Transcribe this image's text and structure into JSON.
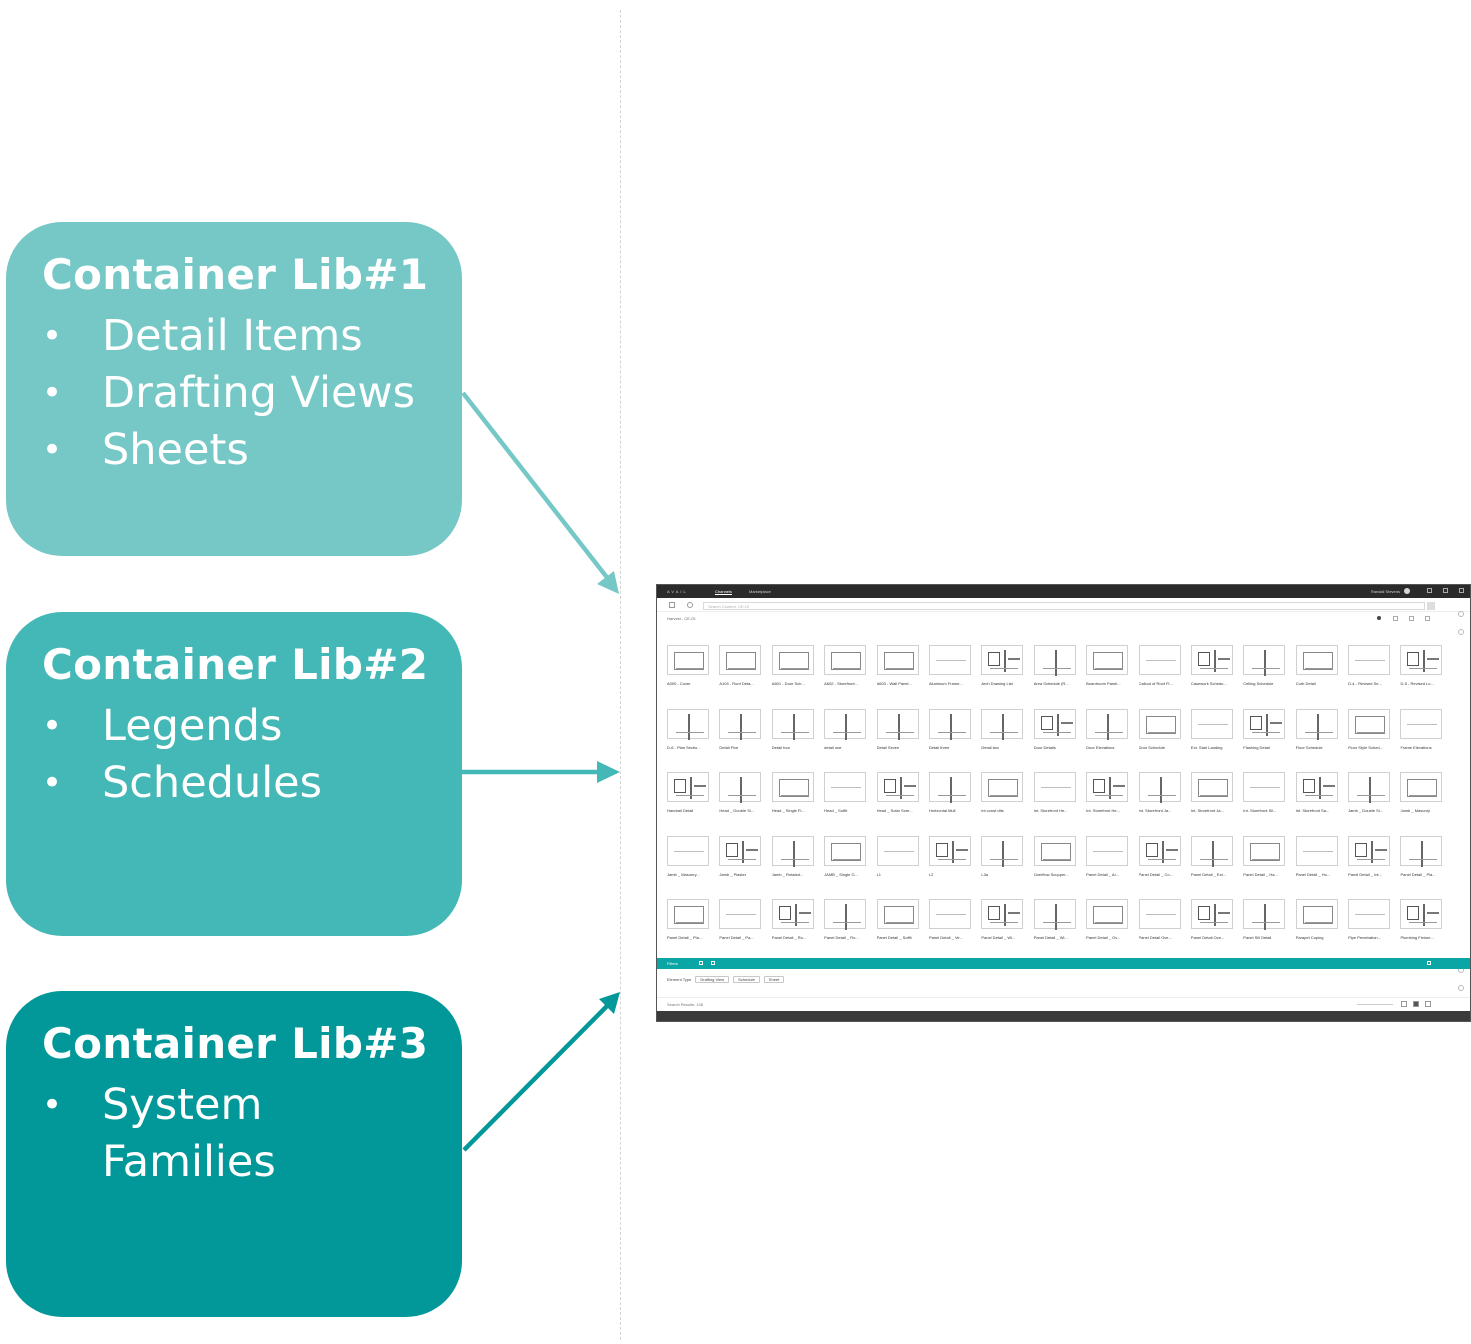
{
  "libraries": [
    {
      "title": "Container Lib#1",
      "color": "#75c8c6",
      "items": [
        "Detail Items",
        "Drafting Views",
        "Sheets"
      ]
    },
    {
      "title": "Container Lib#2",
      "color": "#44b8b6",
      "items": [
        "Legends",
        "Schedules"
      ]
    },
    {
      "title": "Container Lib#3",
      "color": "#029798",
      "items": [
        "System",
        "Families"
      ]
    }
  ],
  "bullet": "•",
  "app": {
    "brand": "AVAIL",
    "tabs": [
      "Channels",
      "Marketplace"
    ],
    "user": "Randall Stevens",
    "search_placeholder": "Search Content, CE-OI",
    "channel_filter": "Harvest - CE-OI",
    "content_bar_label": "Filters",
    "filter_label": "Element Type",
    "filter_chips": [
      "Drafting View",
      "Schedule",
      "Sheet"
    ],
    "result_count": "Search Results: 108",
    "items": [
      "A000 - Cover",
      "A104 - Roof Deta...",
      "A601 - Door Sch...",
      "A602 - Storefront...",
      "A603 - Wall Panel...",
      "Aluminum Frame...",
      "Arch Drawing List",
      "Area Schedule (R...",
      "Boardroom Panel...",
      "Callout of Roof Fl...",
      "Casework Schedu...",
      "Ceiling Schedule",
      "Curb Detail",
      "D-4 - Revised Se...",
      "D-5 - Revised Lo...",
      "D-6 - Plan Sectio...",
      "Detail Five",
      "Detail four",
      "detail one",
      "Detail Seven",
      "Detail three",
      "Detail two",
      "Door Details",
      "Door Elevations",
      "Door Schedule",
      "Ext. Stair Landing",
      "Flashing Detail",
      "Floor Schedule",
      "Floor Style Sched...",
      "Frame Elevations",
      "Handrail Detail",
      "Head _ Double Si...",
      "Head _ Single Fi...",
      "Head _ Soffit",
      "Head _ Solar Scre...",
      "Horizontal Mull",
      "int const dtls",
      "Int. Storefront He...",
      "Int. Storefront He...",
      "Int. Storefront Ja...",
      "Int. Storefront Ja...",
      "Int. Storefront Sil...",
      "Int. Storefront Sa...",
      "Jamb _ Double Si...",
      "Jamb _ Masonry",
      "Jamb _ Masonry...",
      "Jamb _ Plaster",
      "Jamb _ Rotated...",
      "JAMB _ Single G...",
      "L1",
      "L2",
      "L3a",
      "Overflow Scupper...",
      "Panel Detail _ Ar...",
      "Panel Detail _ Co...",
      "Panel Detail _ Ext...",
      "Panel Detail _ Ha...",
      "Panel Detail _ Ho...",
      "Panel Detail _ Int...",
      "Panel Detail _ Pla...",
      "Panel Detail _ Pla...",
      "Panel Detail _ Pa...",
      "Panel Detail _ Ro...",
      "Panel Detail _ Ro...",
      "Panel Detail _ Soffit",
      "Panel Detail _ Ve...",
      "Panel Detail _ Wi...",
      "Panel Detail _ Wi...",
      "Panel Detail _ Ov...",
      "Panel Detail Ove...",
      "Panel Detail Ove...",
      "Panel Sill Detail",
      "Parapet Coping",
      "Pipe Penetration...",
      "Plumbing Fixture..."
    ]
  }
}
